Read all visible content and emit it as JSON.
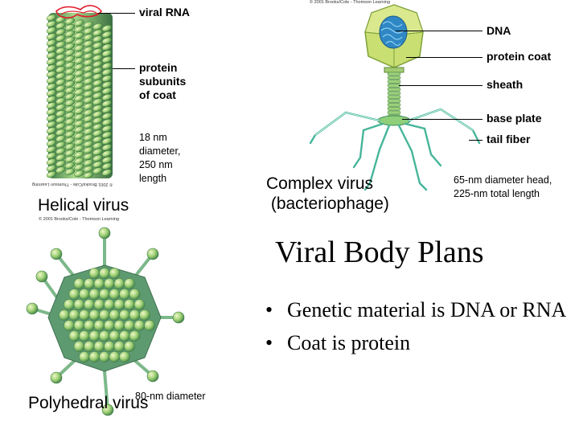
{
  "helical": {
    "caption": "Helical virus",
    "labels": {
      "rna": "viral RNA",
      "protein": "protein\nsubunits\nof coat"
    },
    "dimensions": "18 nm\ndiameter,\n250 nm\nlength",
    "credit": "© 2001 Brooks/Cole - Thomson Learning"
  },
  "complex": {
    "caption": "Complex virus\n (bacteriophage)",
    "credit": "© 2001 Brooks/Cole - Thomson Learning",
    "labels": {
      "dna": "DNA",
      "coat": "protein coat",
      "sheath": "sheath",
      "base": "base plate",
      "fiber": "tail fiber"
    },
    "dimensions": "65-nm diameter head,\n225-nm total length"
  },
  "polyhedral": {
    "caption": "Polyhedral virus",
    "credit": "© 2001 Brooks/Cole - Thomson Learning",
    "dimensions": "80-nm diameter"
  },
  "slide": {
    "title": "Viral Body Plans",
    "bullets": [
      "Genetic material is DNA or RNA",
      "Coat is protein"
    ]
  }
}
